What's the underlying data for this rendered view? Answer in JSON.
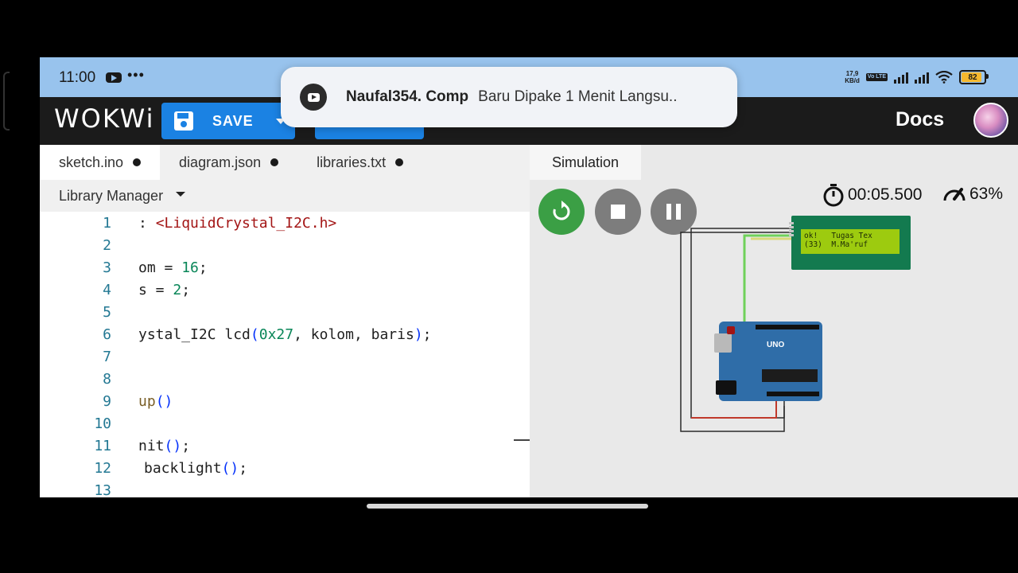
{
  "status_bar": {
    "time": "11:00",
    "more": "•••",
    "speed_top": "17,9",
    "speed_bottom": "KB/d",
    "volte": "Vo LTE",
    "battery": "82"
  },
  "header": {
    "logo": "WOKWi",
    "save_label": "SAVE",
    "docs_label": "Docs"
  },
  "toast": {
    "sender": "Naufal354. Comp",
    "message": "Baru Dipake 1 Menit Langsu.."
  },
  "editor": {
    "tabs": [
      {
        "label": "sketch.ino"
      },
      {
        "label": "diagram.json"
      },
      {
        "label": "libraries.txt"
      }
    ],
    "library_manager": "Library Manager",
    "line_numbers": [
      "1",
      "2",
      "3",
      "4",
      "5",
      "6",
      "7",
      "8",
      "9",
      "10",
      "11",
      "12",
      "13"
    ],
    "lines": {
      "l1_prefix": ": ",
      "l1_str": "<LiquidCrystal_I2C.h>",
      "l3_a": "om = ",
      "l3_num": "16",
      "l3_b": ";",
      "l4_a": "s = ",
      "l4_num": "2",
      "l4_b": ";",
      "l6_a": "ystal_I2C lcd",
      "l6_p1": "(",
      "l6_num": "0x27",
      "l6_b": ", kolom, baris",
      "l6_p2": ")",
      "l6_c": ";",
      "l9_fn": "up",
      "l9_br": "()",
      "l11_a": "nit",
      "l11_br": "()",
      "l11_c": ";",
      "l12_a": "backlight",
      "l12_br": "()",
      "l12_c": ";"
    }
  },
  "simulation": {
    "tab_label": "Simulation",
    "timer": "00:05.500",
    "speed": "63%",
    "lcd_line1": "ok!   Tugas Tex",
    "lcd_line2": "(33)  M.Ma'ruf",
    "arduino_label": "UNO"
  },
  "colors": {
    "status_bar": "#98c3ed",
    "header": "#1b1b1b",
    "primary_button": "#1b82e3",
    "restart_button": "#3b9f45",
    "control_button": "#7d7d7d",
    "lcd_board": "#137a4f",
    "lcd_screen": "#9dcb0f",
    "arduino_board": "#2f6da8"
  }
}
